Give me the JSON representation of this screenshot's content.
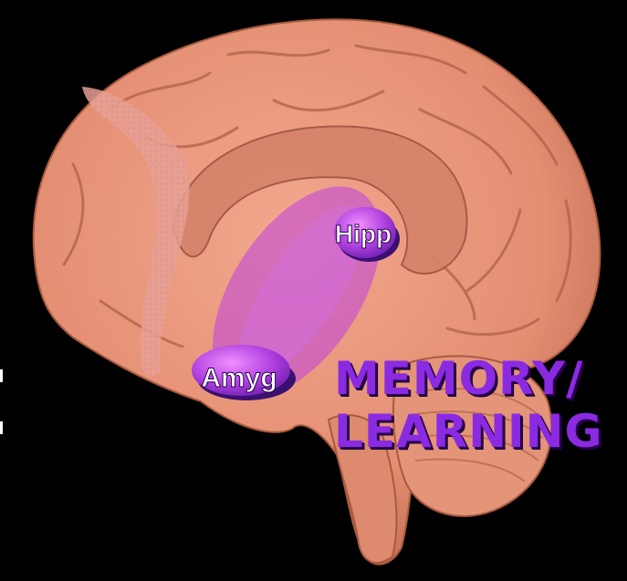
{
  "labels": {
    "hippocampus": "Hipp",
    "amygdala": "Amyg"
  },
  "caption": {
    "line1": "MEMORY/",
    "line2": "LEARNING"
  },
  "colors": {
    "background": "#000000",
    "brain": "#e8967a",
    "brain_shadow": "#b8644a",
    "highlight": "#c050e0",
    "caption": "#8a2be2"
  },
  "icons": [
    "brain-illustration",
    "hippocampus-node",
    "amygdala-node",
    "memory-pathway"
  ]
}
